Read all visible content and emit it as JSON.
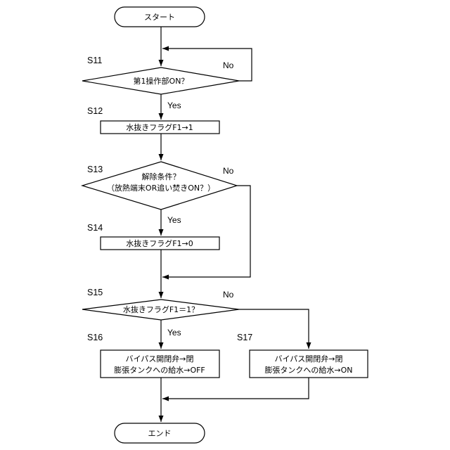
{
  "flowchart": {
    "start": "スタート",
    "end": "エンド",
    "yes_label": "Yes",
    "no_label": "No",
    "steps": {
      "s11": {
        "id": "S11",
        "text": "第1操作部ON？"
      },
      "s12": {
        "id": "S12",
        "text": "水抜きフラグF1→1"
      },
      "s13": {
        "id": "S13",
        "line1": "解除条件？",
        "line2": "（放熱端末OR追い焚きON？）"
      },
      "s14": {
        "id": "S14",
        "text": "水抜きフラグF1→0"
      },
      "s15": {
        "id": "S15",
        "text": "水抜きフラグF1＝1？"
      },
      "s16": {
        "id": "S16",
        "line1": "バイパス開閉弁→閉",
        "line2": "膨張タンクへの給水→OFF"
      },
      "s17": {
        "id": "S17",
        "line1": "バイパス開閉弁→閉",
        "line2": "膨張タンクへの給水→ON"
      }
    }
  }
}
